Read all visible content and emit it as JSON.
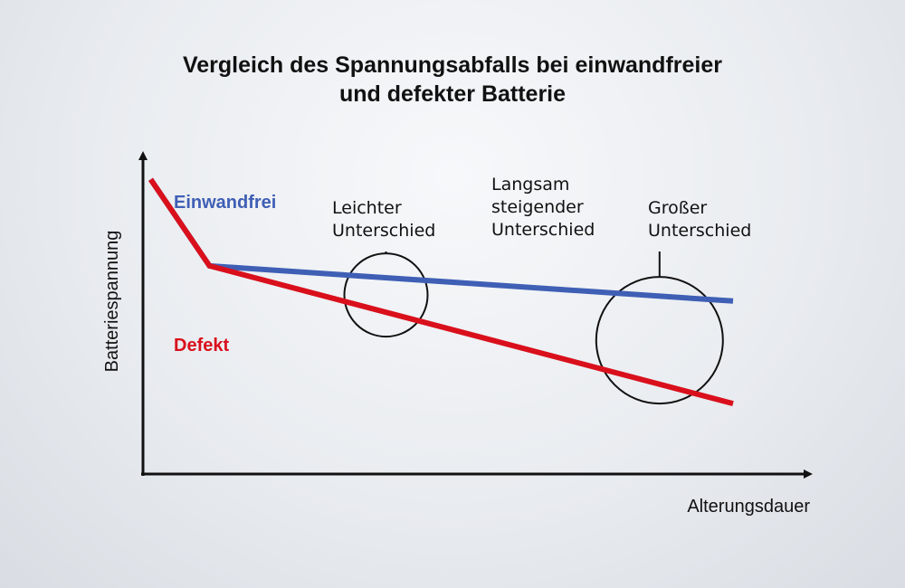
{
  "chart_data": {
    "type": "line",
    "title_lines": [
      "Vergleich des Spannungsabfalls bei einwandfreier",
      "und defekter Batterie"
    ],
    "xlabel": "Alterungsdauer",
    "ylabel": "Batteriespannung",
    "xlim": [
      0,
      100
    ],
    "ylim": [
      0,
      100
    ],
    "grid": false,
    "series": [
      {
        "name": "Einwandfrei",
        "color": "#3f5fb5",
        "points": [
          [
            1,
            92
          ],
          [
            11,
            65
          ],
          [
            100,
            54
          ]
        ]
      },
      {
        "name": "Defekt",
        "color": "#d9101c",
        "points": [
          [
            1,
            92
          ],
          [
            11,
            65
          ],
          [
            100,
            22
          ]
        ]
      }
    ],
    "annotations": [
      {
        "lines": [
          "Leichter",
          "Unterschied"
        ],
        "x": 41,
        "circle_r": 12
      },
      {
        "lines": [
          "Langsam",
          "steigender",
          "Unterschied"
        ],
        "x": 58,
        "circle_r": 0
      },
      {
        "lines": [
          "Großer",
          "Unterschied"
        ],
        "x": 87.5,
        "circle_r": 18
      }
    ]
  }
}
